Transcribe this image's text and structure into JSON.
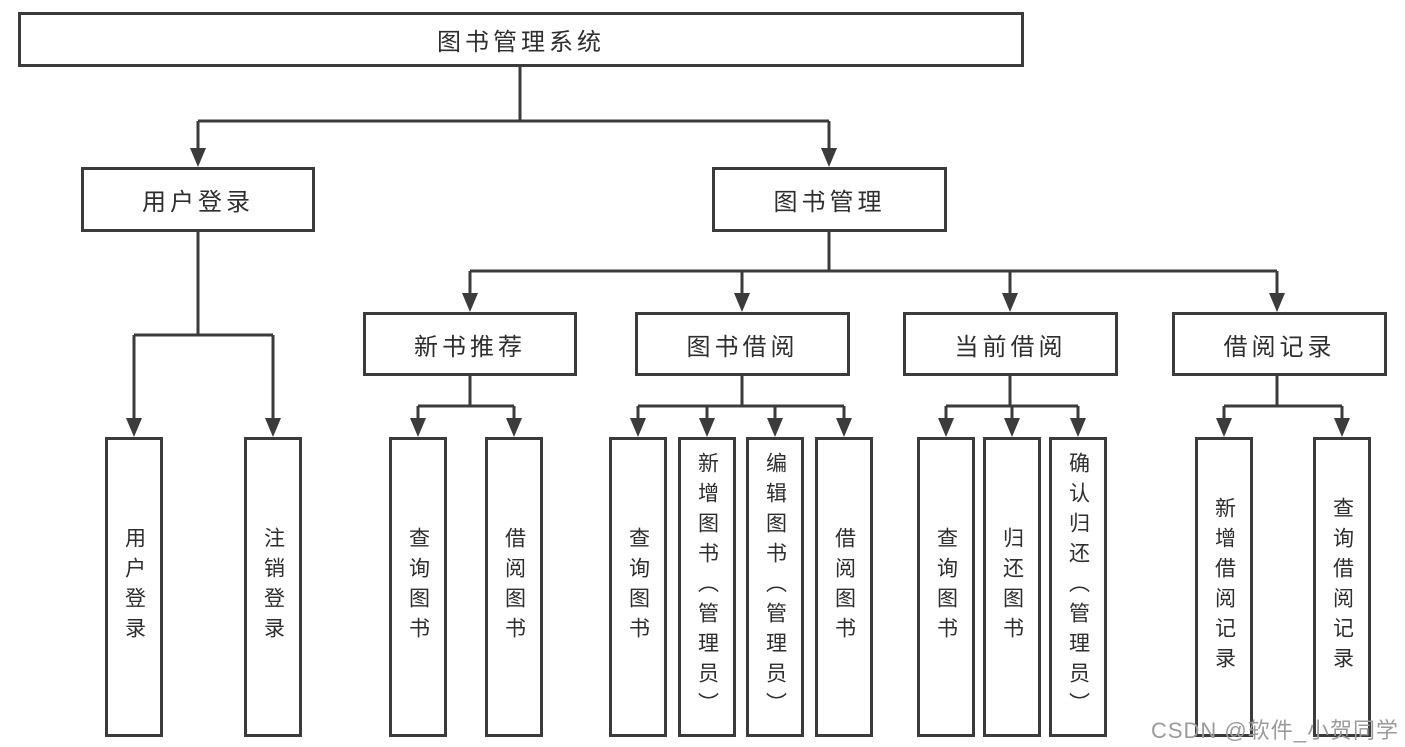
{
  "diagram": {
    "root": {
      "label": "图书管理系统"
    },
    "level2": [
      {
        "label": "用户登录"
      },
      {
        "label": "图书管理"
      }
    ],
    "level3": [
      {
        "label": "新书推荐"
      },
      {
        "label": "图书借阅"
      },
      {
        "label": "当前借阅"
      },
      {
        "label": "借阅记录"
      }
    ],
    "leaves": {
      "user_login": [
        {
          "label": "用户登录"
        },
        {
          "label": "注销登录"
        }
      ],
      "new_book": [
        {
          "label": "查询图书"
        },
        {
          "label": "借阅图书"
        }
      ],
      "book_borrow": [
        {
          "label": "查询图书"
        },
        {
          "label": "新增图书（管理员）"
        },
        {
          "label": "编辑图书（管理员）"
        },
        {
          "label": "借阅图书"
        }
      ],
      "current_borrow": [
        {
          "label": "查询图书"
        },
        {
          "label": "归还图书"
        },
        {
          "label": "确认归还（管理员）"
        }
      ],
      "borrow_record": [
        {
          "label": "新增借阅记录"
        },
        {
          "label": "查询借阅记录"
        }
      ]
    },
    "colors": {
      "line": "#3b3b3b",
      "text": "#2e2e2e",
      "watermark": "#9b9b9b",
      "background": "#ffffff"
    }
  },
  "watermark": {
    "text": "CSDN @软件_小贺同学"
  }
}
